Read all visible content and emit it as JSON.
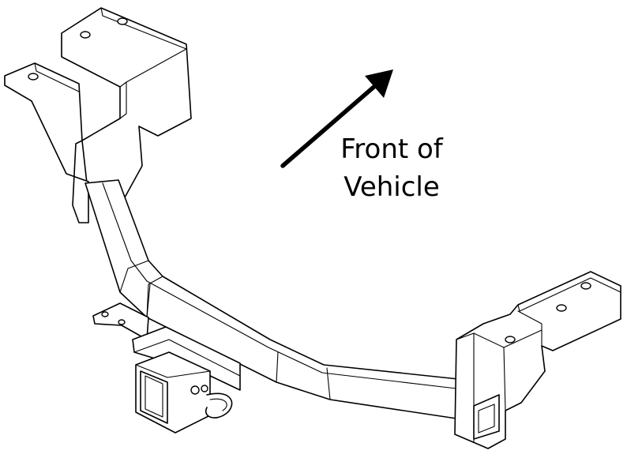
{
  "annotation": {
    "line1": "Front of",
    "line2": "Vehicle",
    "arrow_color": "#000000"
  },
  "diagram": {
    "subject": "trailer-hitch-receiver",
    "style": "black line art on white"
  }
}
